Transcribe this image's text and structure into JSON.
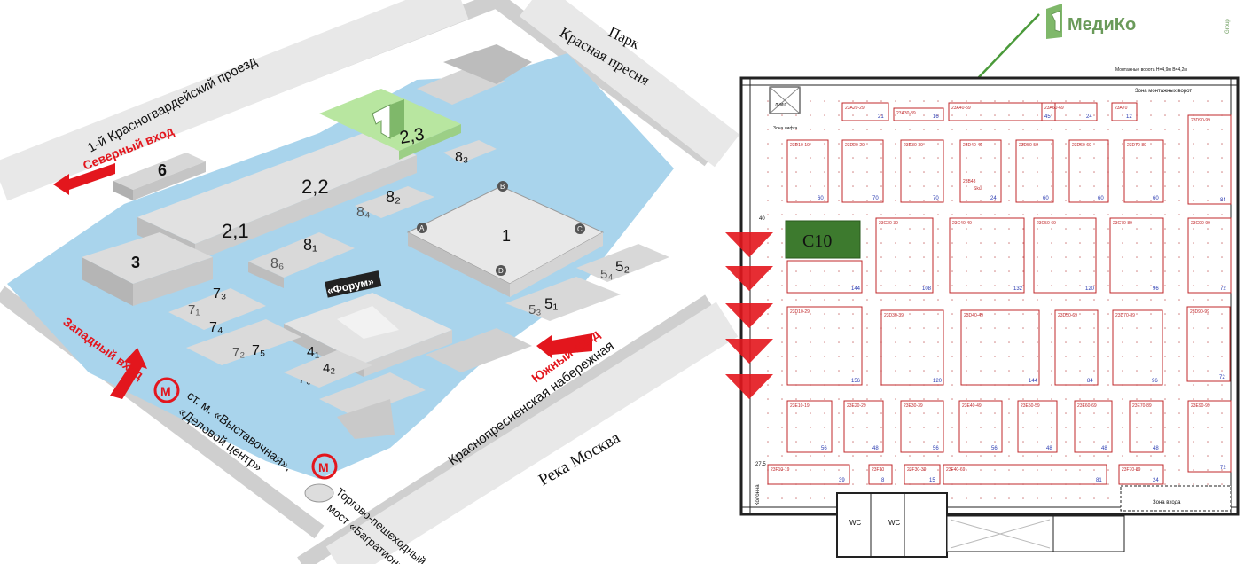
{
  "site_map": {
    "park_label": "Парк",
    "park_name": "Красная пресня",
    "street_top": "1-й Красногвардейский проезд",
    "north_entrance": "Северный вход",
    "west_entrance": "Западный вход",
    "south_entrance": "Южный вход",
    "embankment": "Краснопресненская набережная",
    "river": "Река Москва",
    "metro_line1": "ст. м. «Выставочная»,",
    "metro_line2": "«Деловой центр»",
    "bridge_line1": "Торгово-пешеходный",
    "bridge_line2": "мост «Багратион»",
    "forum_label": "«Форум»",
    "buildings": {
      "b1": "1",
      "b2_1": "2,1",
      "b2_2": "2,2",
      "b2_3": "2,3",
      "b3": "3",
      "b4_1": "4₁",
      "b4_2": "4₂",
      "b5_1": "5₁",
      "b5_2": "5₂",
      "b5_3": "5₃",
      "b5_4": "5₄",
      "b6": "6",
      "b7_1": "7₁",
      "b7_2": "7₂",
      "b7_3": "7₃",
      "b7_4": "7₄",
      "b7_5": "7₅",
      "b7_6": "7₆",
      "b8_1": "8₁",
      "b8_2": "8₂",
      "b8_3": "8₃",
      "b8_4": "8₄",
      "b8_6": "8₆",
      "corner_a": "A",
      "corner_b": "B",
      "corner_c": "C",
      "corner_d": "D"
    },
    "colors": {
      "water": "#a9d4ec",
      "highlight": "#b8e6a0",
      "arrow": "#e3161d"
    }
  },
  "floor_plan": {
    "logo_text": "МедиКо",
    "logo_suffix": "Group",
    "booth_label": "С10",
    "top_gate_text": "Монтажные ворота Н=4,9м В=4,2м",
    "install_zone": "Зона монтажных ворот",
    "lift_label": "ЛИФТ",
    "lift_zone": "Зона лифта",
    "entrance_zone": "Зона входа",
    "wc1": "WC",
    "wc2": "WC",
    "colonna": "Колонна",
    "num_40": "40",
    "num_27_5": "27,5",
    "stand_2384b": "23В48",
    "stand_skul": "Skul",
    "colors": {
      "stand": "#c0282b",
      "booth_fill": "#3d7a2e",
      "line": "#4a9a3a"
    },
    "row1": [
      {
        "code": "23D10-19",
        "area": "60"
      },
      {
        "code": "23D20-29",
        "area": "70"
      },
      {
        "code": "23D30-39",
        "area": "70"
      },
      {
        "code": "23D40-49",
        "area": "24"
      },
      {
        "code": "23D50-59",
        "area": "60"
      },
      {
        "code": "23D60-69",
        "area": "60"
      },
      {
        "code": "23D70-89",
        "area": "60"
      },
      {
        "code": "23D90-99",
        "area": "84"
      }
    ],
    "row2": [
      {
        "code": "23C30-39",
        "area": "108"
      },
      {
        "code": "23C40-49",
        "area": "132"
      },
      {
        "code": "23C50-69",
        "area": "120"
      },
      {
        "code": "23C70-89",
        "area": "96"
      },
      {
        "code": "23C90-99",
        "area": "72"
      },
      {
        "code": "",
        "area": "144"
      }
    ],
    "row3": [
      {
        "code": "23D10-29",
        "area": "156"
      },
      {
        "code": "23D30-39",
        "area": "120"
      },
      {
        "code": "23D40-49",
        "area": "144"
      },
      {
        "code": "23D50-69",
        "area": "84"
      },
      {
        "code": "23D70-89",
        "area": "96"
      },
      {
        "code": "23D90-99",
        "area": "72"
      }
    ],
    "row4": [
      {
        "code": "23E10-19",
        "area": "56"
      },
      {
        "code": "23E20-29",
        "area": "48"
      },
      {
        "code": "23E30-39",
        "area": "56"
      },
      {
        "code": "23E40-49",
        "area": "56"
      },
      {
        "code": "23E50-59",
        "area": "48"
      },
      {
        "code": "23E60-69",
        "area": "48"
      },
      {
        "code": "23E70-89",
        "area": "48"
      },
      {
        "code": "23E90-99",
        "area": "72"
      }
    ],
    "top_row": [
      {
        "code": "23A20-29",
        "area": "21"
      },
      {
        "code": "23A30-39",
        "area": "16"
      },
      {
        "code": "23A40-59",
        "area": "45"
      },
      {
        "code": "23A60-69",
        "area": "24"
      },
      {
        "code": "23A70",
        "area": "12"
      }
    ],
    "bottom_row": [
      {
        "code": "23F10-19",
        "area": "39"
      },
      {
        "code": "23F20",
        "area": "8"
      },
      {
        "code": "23F30-39",
        "area": "15"
      },
      {
        "code": "23F40-69",
        "area": "81"
      },
      {
        "code": "23F70-89",
        "area": "24"
      }
    ]
  }
}
